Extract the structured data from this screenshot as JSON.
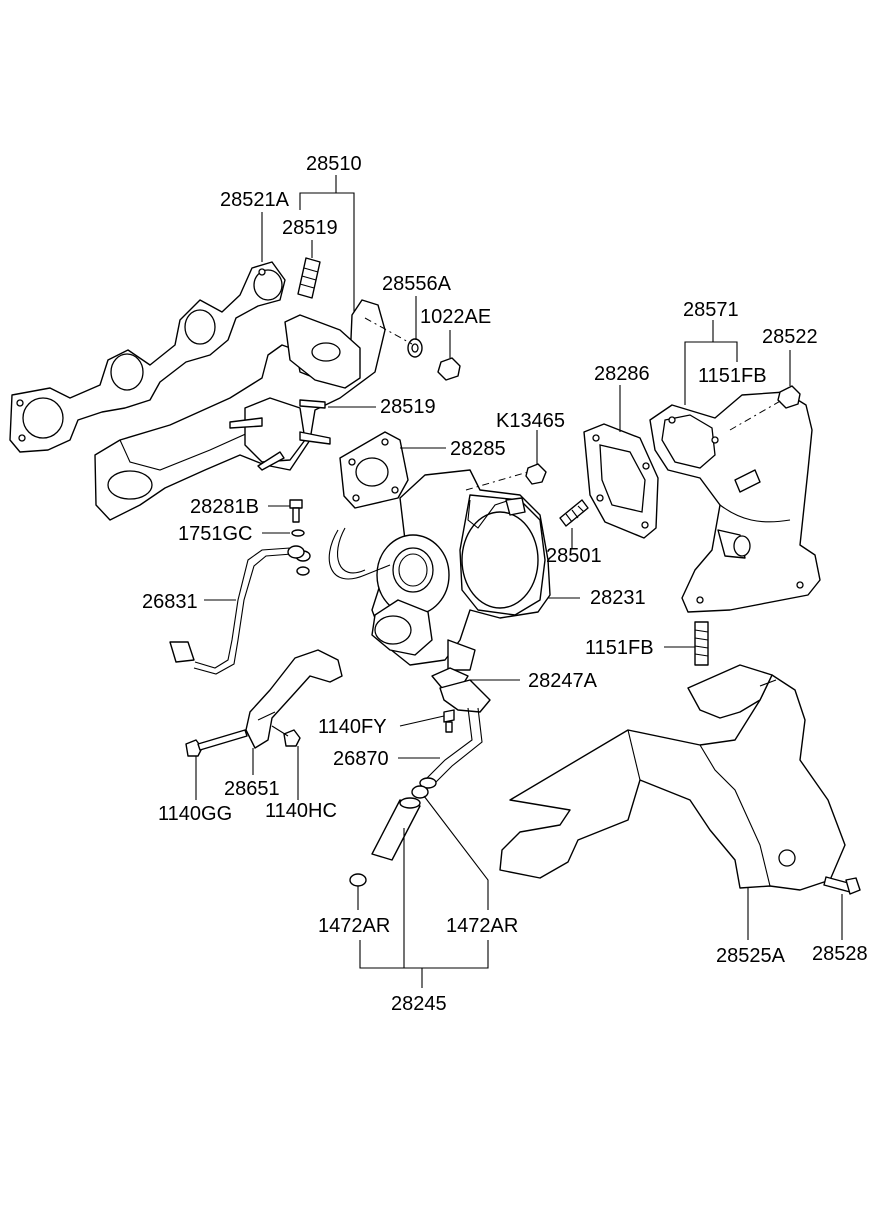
{
  "labels": {
    "l_28510": "28510",
    "l_28521A": "28521A",
    "l_28519_top": "28519",
    "l_28556A": "28556A",
    "l_1022AE": "1022AE",
    "l_28571": "28571",
    "l_28522": "28522",
    "l_1151FB_top": "1151FB",
    "l_28286": "28286",
    "l_28519_mid": "28519",
    "l_K13465": "K13465",
    "l_28285": "28285",
    "l_28281B": "28281B",
    "l_1751GC": "1751GC",
    "l_28501": "28501",
    "l_26831": "26831",
    "l_28231": "28231",
    "l_1151FB_bottom": "1151FB",
    "l_28247A": "28247A",
    "l_1140FY": "1140FY",
    "l_26870": "26870",
    "l_28651": "28651",
    "l_1140GG": "1140GG",
    "l_1140HC": "1140HC",
    "l_1472AR_left": "1472AR",
    "l_1472AR_right": "1472AR",
    "l_28525A": "28525A",
    "l_28528": "28528",
    "l_28245": "28245"
  }
}
